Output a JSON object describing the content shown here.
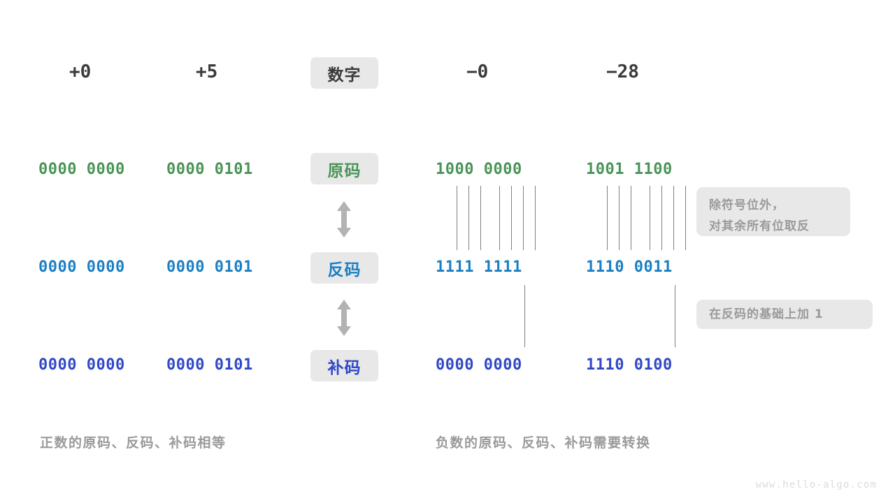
{
  "page": {
    "watermark": "www.hello-algo.com",
    "background": "#ffffff"
  },
  "colors": {
    "sign_magnitude": "#4a9456",
    "ones_complement": "#1b7fc4",
    "twos_complement": "#3048c8",
    "badge_bg": "#e8e8e8",
    "note_text": "#9a9a9a",
    "header_text": "#3a3a3a",
    "line": "#808080"
  },
  "row_labels": {
    "header": "数字",
    "sign_magnitude": "原码",
    "ones_complement": "反码",
    "twos_complement": "补码"
  },
  "columns": [
    {
      "name": "plus-zero",
      "number": "+0"
    },
    {
      "name": "plus-five",
      "number": "+5"
    },
    {
      "name": "minus-zero",
      "number": "−0"
    },
    {
      "name": "minus-28",
      "number": "−28"
    }
  ],
  "table": {
    "sign_magnitude": [
      "0000 0000",
      "0000 0101",
      "1000 0000",
      "1001 1100"
    ],
    "ones_complement": [
      "0000 0000",
      "0000 0101",
      "1111 1111",
      "1110 0011"
    ],
    "twos_complement": [
      "0000 0000",
      "0000 0101",
      "0000 0000",
      "1110 0100"
    ]
  },
  "notes": {
    "invert": {
      "line1": "除符号位外，",
      "line2": "对其余所有位取反"
    },
    "add_one": {
      "line1": "在反码的基础上加 1"
    }
  },
  "captions": {
    "positive": "正数的原码、反码、补码相等",
    "negative": "负数的原码、反码、补码需要转换"
  },
  "arrows": {
    "between_sm_oc": "double-vertical-arrow",
    "between_oc_tc": "double-vertical-arrow"
  }
}
